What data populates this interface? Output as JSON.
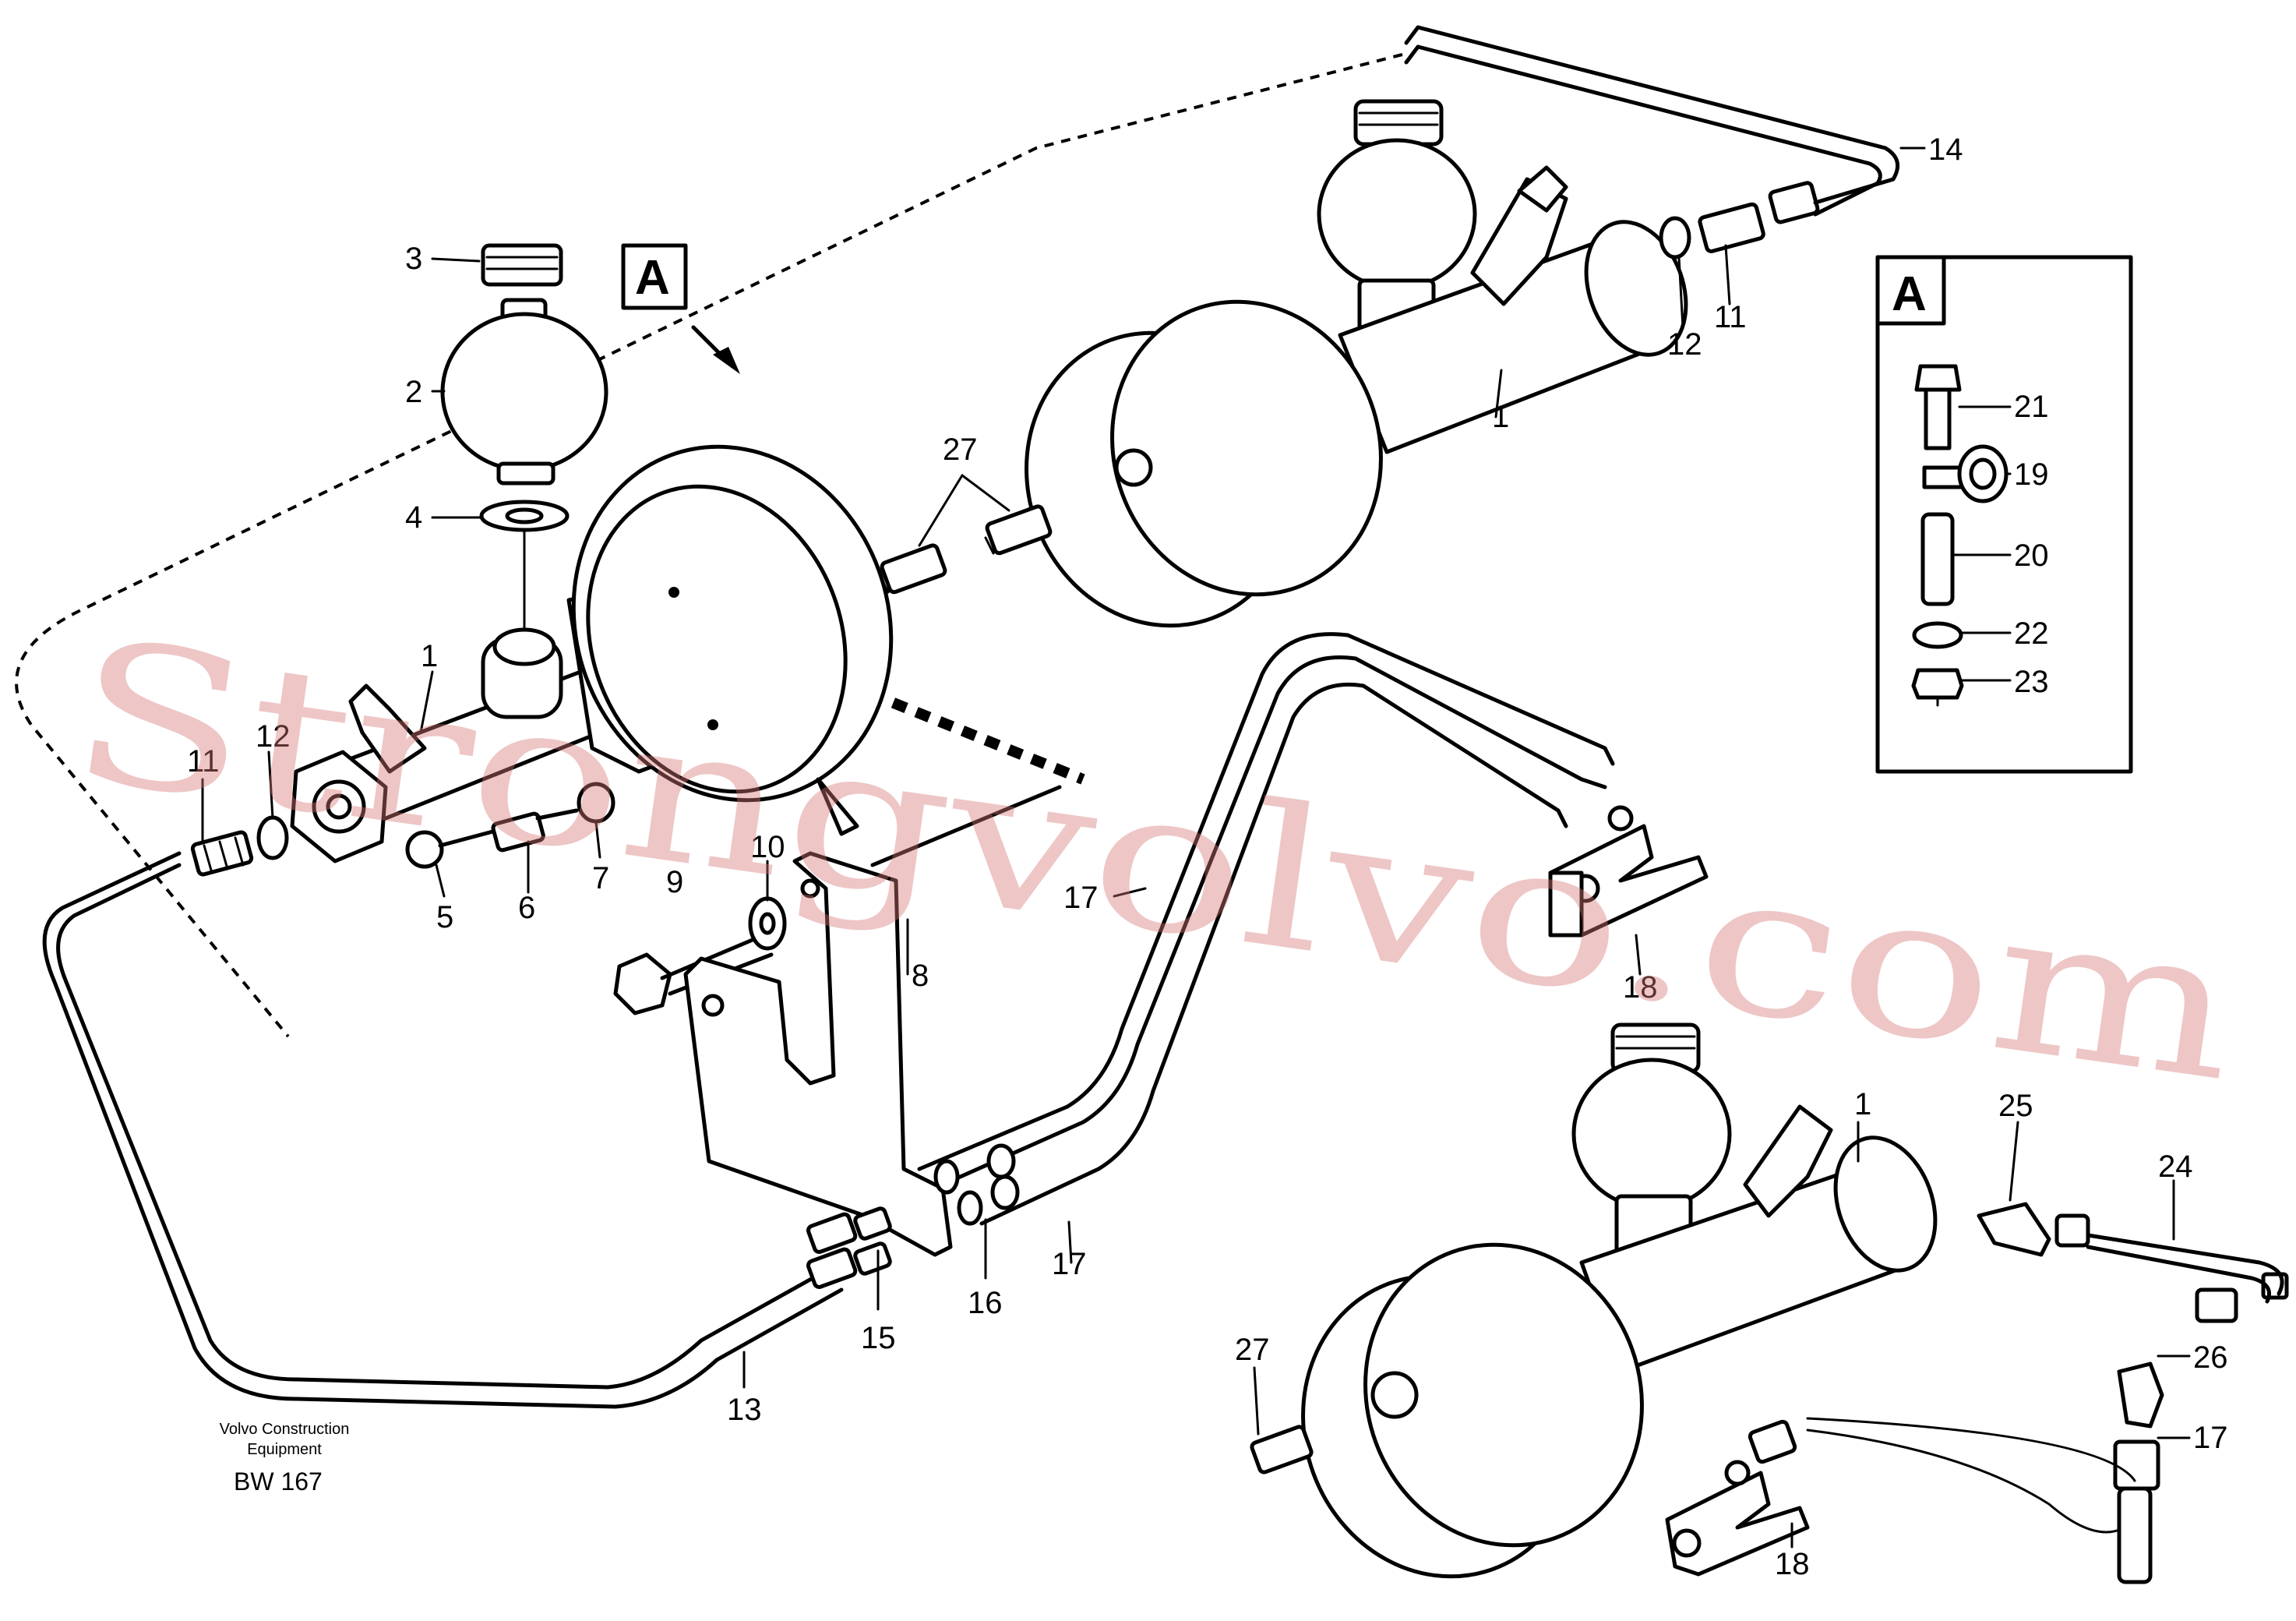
{
  "view_label": "A",
  "detail_title": "A",
  "credit": {
    "line1": "Volvo Construction",
    "line2": "Equipment",
    "code": "BW 167"
  },
  "watermark": "Strongvolvo.com",
  "callouts": {
    "c3": "3",
    "c2": "2",
    "c4": "4",
    "c1_left": "1",
    "c1_top": "1",
    "c1_bottom": "1",
    "c11_left": "11",
    "c12_left": "12",
    "c5": "5",
    "c6": "6",
    "c7": "7",
    "c9": "9",
    "c10": "10",
    "c8": "8",
    "c27_mid": "27",
    "c27_bottom": "27",
    "c12_top": "12",
    "c11_top": "11",
    "c14": "14",
    "c17_a": "17",
    "c17_b": "17",
    "c17_c": "17",
    "c18_top": "18",
    "c18_bottom": "18",
    "c16": "16",
    "c15": "15",
    "c13": "13",
    "c25": "25",
    "c24": "24",
    "c26": "26"
  },
  "detail_callouts": {
    "c21": "21",
    "c19": "19",
    "c20": "20",
    "c22": "22",
    "c23": "23"
  }
}
